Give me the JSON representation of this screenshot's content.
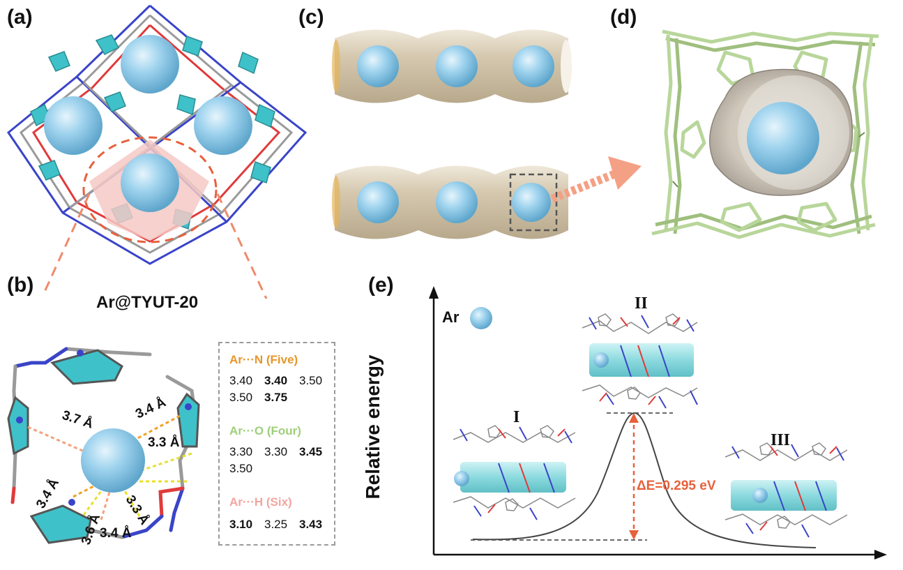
{
  "panels": {
    "a": "(a)",
    "b": "(b)",
    "c": "(c)",
    "d": "(d)",
    "e": "(e)"
  },
  "caption_a": "Ar@TYUT-20",
  "distances": [
    "3.7 Å",
    "3.4 Å",
    "3.3 Å",
    "3.4 Å",
    "3.3 Å",
    "3.6 Å",
    "3.4 Å"
  ],
  "legend": {
    "n_title": "Ar···N (Five)",
    "n_values": [
      "3.40",
      "3.40",
      "3.50",
      "3.50",
      "3.75"
    ],
    "o_title": "Ar···O (Four)",
    "o_values": [
      "3.30",
      "3.30",
      "3.45",
      "3.50"
    ],
    "h_title": "Ar···H (Six)",
    "h_values": [
      "3.10",
      "3.25",
      "3.43"
    ]
  },
  "energy": {
    "ar_label": "Ar",
    "ylabel": "Relative energy",
    "states": [
      "I",
      "II",
      "III"
    ],
    "barrier": "ΔE=0.295 eV"
  },
  "colors": {
    "argon": "#8ec9e8",
    "framework_n": "#3a44c8",
    "framework_o": "#e03a3a",
    "framework_c": "#9a9a9a",
    "ring": "#3fc1c9",
    "surface": "#d8cdb8",
    "cage_d": "#b8d69a",
    "accent": "#e8603c"
  }
}
